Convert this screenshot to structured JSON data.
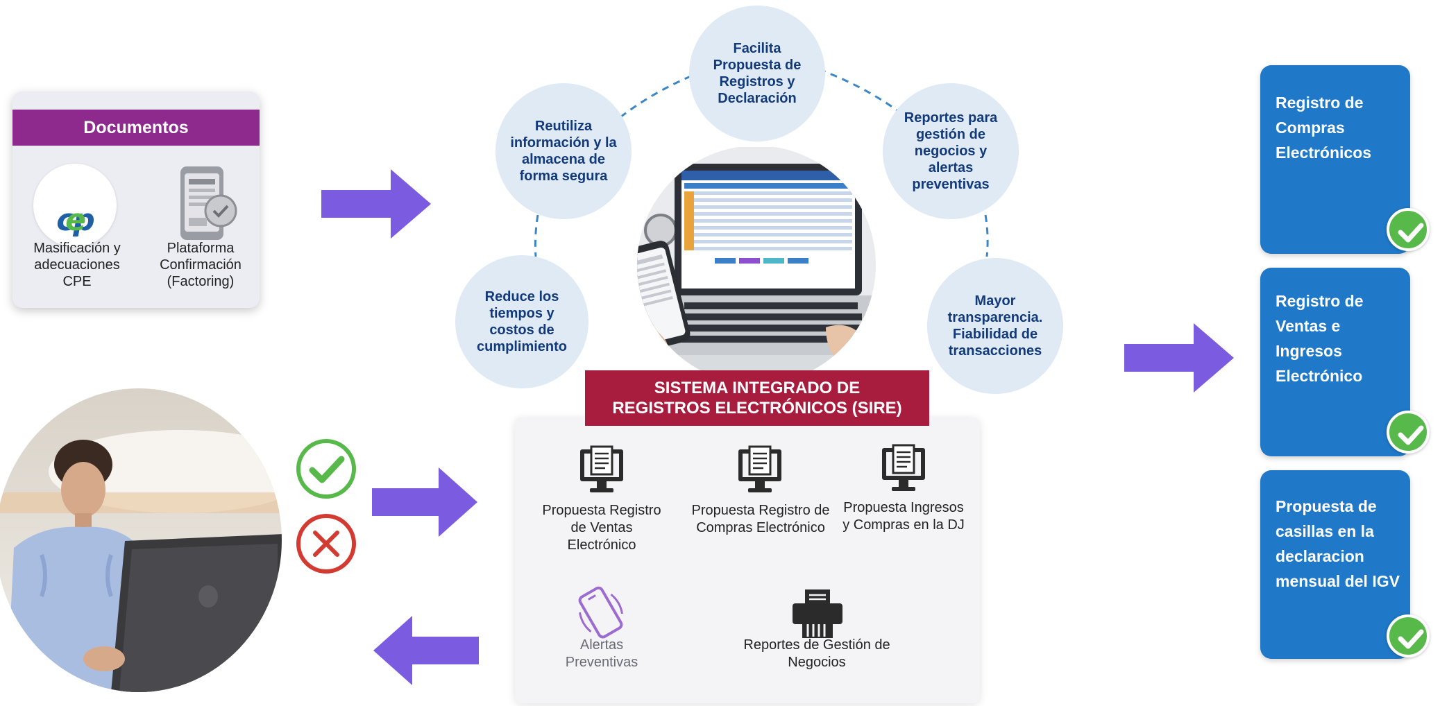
{
  "documents": {
    "title": "Documentos",
    "logo_text": "cpe",
    "items": [
      {
        "label": "Masificación y adecuaciones CPE"
      },
      {
        "label": "Plataforma Confirmación (Factoring)"
      }
    ]
  },
  "benefits": [
    {
      "text": "Facilita Propuesta de Registros y Declaración"
    },
    {
      "text": "Reutiliza información y la almacena de forma segura"
    },
    {
      "text": "Reportes para gestión de negocios y alertas preventivas"
    },
    {
      "text": "Reduce los tiempos y costos de cumplimiento"
    },
    {
      "text": "Mayor transparencia. Fiabilidad de transacciones"
    }
  ],
  "sire": {
    "title": "SISTEMA INTEGRADO DE REGISTROS ELECTRÓNICOS (SIRE)",
    "items": [
      {
        "label": "Propuesta Registro de Ventas Electrónico",
        "icon": "monitor-document-icon"
      },
      {
        "label": "Propuesta Registro de Compras Electrónico",
        "icon": "monitor-document-icon"
      },
      {
        "label": "Propuesta Ingresos y Compras en la DJ",
        "icon": "monitor-document-icon"
      },
      {
        "label": "Alertas Preventivas",
        "icon": "phone-alert-icon"
      },
      {
        "label": "Reportes de Gestión de Negocios",
        "icon": "printer-icon"
      }
    ]
  },
  "outputs": [
    {
      "label": "Registro de Compras Electrónicos"
    },
    {
      "label": "Registro de Ventas e Ingresos Electrónico"
    },
    {
      "label": "Propuesta de casillas en la declaracion mensual del IGV"
    }
  ],
  "colors": {
    "arrow": "#7b5ce0",
    "banner": "#a81c3d",
    "doc_header": "#8e2a8e",
    "output_box": "#1f78c8",
    "check_green": "#56b94a",
    "reject_red": "#d23a32",
    "bubble": "#dfeaf5"
  }
}
